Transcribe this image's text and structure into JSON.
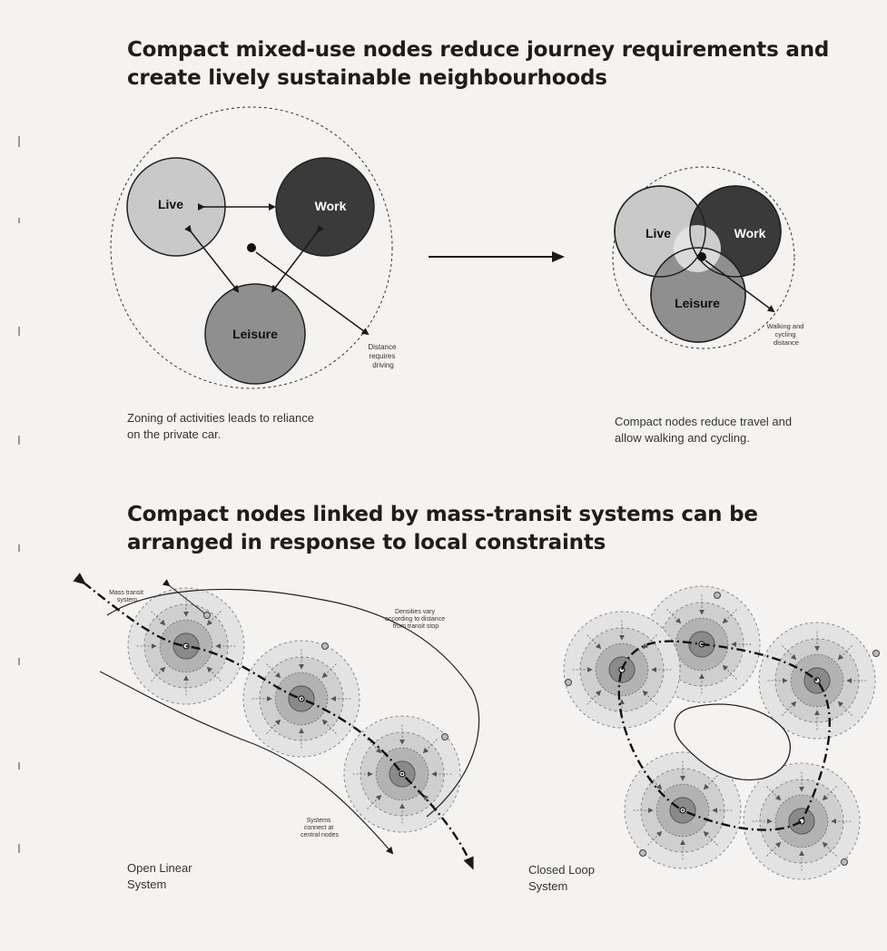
{
  "headings": {
    "top": [
      "Compact mixed-use nodes reduce journey requirements and",
      "create lively sustainable neighbourhoods"
    ],
    "bottom": [
      "Compact nodes linked by mass-transit systems can be",
      "arranged in response to local constraints"
    ]
  },
  "zoning_diagram": {
    "circles": [
      "Live",
      "Work",
      "Leisure"
    ],
    "distance_label": [
      "Distance",
      "requires",
      "driving"
    ],
    "caption": [
      "Zoning of activities leads to reliance",
      "on the private car."
    ]
  },
  "compact_diagram": {
    "circles": [
      "Live",
      "Work",
      "Leisure"
    ],
    "distance_label": [
      "Walking and",
      "cycling",
      "distance"
    ],
    "caption": [
      "Compact nodes reduce travel and",
      "allow walking and cycling."
    ]
  },
  "linear_system": {
    "label": [
      "Open Linear",
      "System"
    ],
    "annotations": {
      "mass_transit": [
        "Mass transit",
        "system"
      ],
      "densities": [
        "Densities vary",
        "according to distance",
        "from transit stop"
      ],
      "systems_connect": [
        "Systems",
        "connect at",
        "central nodes"
      ]
    }
  },
  "loop_system": {
    "label": [
      "Closed Loop",
      "System"
    ]
  },
  "colors": {
    "live": "#c9c9c9",
    "work": "#3a3a3a",
    "leisure": "#8f8f8f",
    "node_outer": "#e3e3e3",
    "node_mid": "#cfcfcf",
    "node_inner": "#b3b3b3",
    "node_core": "#8a8a8a"
  }
}
